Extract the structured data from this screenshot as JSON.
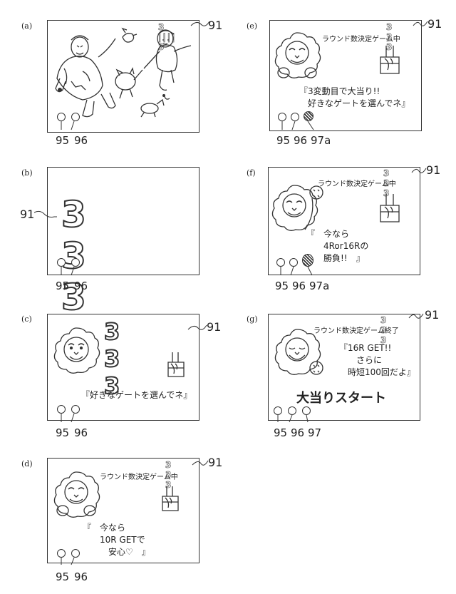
{
  "panels": {
    "a": {
      "tag": "(a)",
      "ref": "91",
      "digits": "3 |||| 3",
      "lamps": [
        "95",
        "96"
      ]
    },
    "b": {
      "tag": "(b)",
      "ref": "91",
      "digits": "3  3  3",
      "lamps": [
        "95",
        "96"
      ]
    },
    "c": {
      "tag": "(c)",
      "ref": "91",
      "digits": "3 3 3",
      "lamps": [
        "95",
        "96"
      ],
      "message": "『好きなゲートを選んでネ』"
    },
    "d": {
      "tag": "(d)",
      "ref": "91",
      "digits": "3 3 3",
      "status": "ラウンド数決定ゲーム中",
      "lamps": [
        "95",
        "96"
      ],
      "message": "『　今なら\n　　10R GETで\n　　　安心♡　』"
    },
    "e": {
      "tag": "(e)",
      "ref": "91",
      "digits": "3 3 3",
      "status": "ラウンド数決定ゲーム中",
      "lamps": [
        "95",
        "96",
        "97a"
      ],
      "message": "『3変動目で大当り!!\n　好きなゲートを選んでネ』"
    },
    "f": {
      "tag": "(f)",
      "ref": "91",
      "digits": "3 3 3",
      "status": "ラウンド数決定ゲーム中",
      "lamps": [
        "95",
        "96",
        "97a"
      ],
      "message": "『　今なら\n　　4Ror16Rの\n　　勝負!!　』"
    },
    "g": {
      "tag": "(g)",
      "ref": "91",
      "digits": "3 3 3",
      "status": "ラウンド数決定ゲーム終了",
      "lamps": [
        "95",
        "96",
        "97"
      ],
      "message": "『16R GET!!\n　　さらに\n　時短100回だよ』",
      "banner": "大当りスタート"
    }
  }
}
